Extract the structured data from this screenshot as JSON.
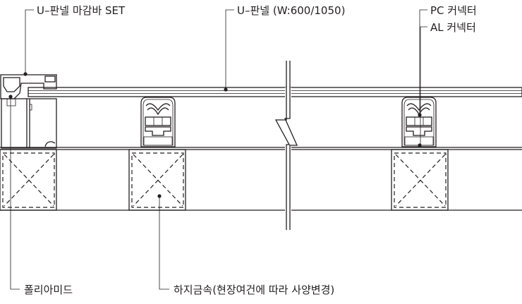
{
  "labels": {
    "trim_bar_set": "U–판넬 마감바 SET",
    "u_panel": "U–판넬 (W:600/1050)",
    "pc_connector": "PC 커넥터",
    "al_connector": "AL 커넥터",
    "polyamide": "폴리아미드",
    "substructure": "하지금속(현장여건에 따라 사양변경)"
  }
}
